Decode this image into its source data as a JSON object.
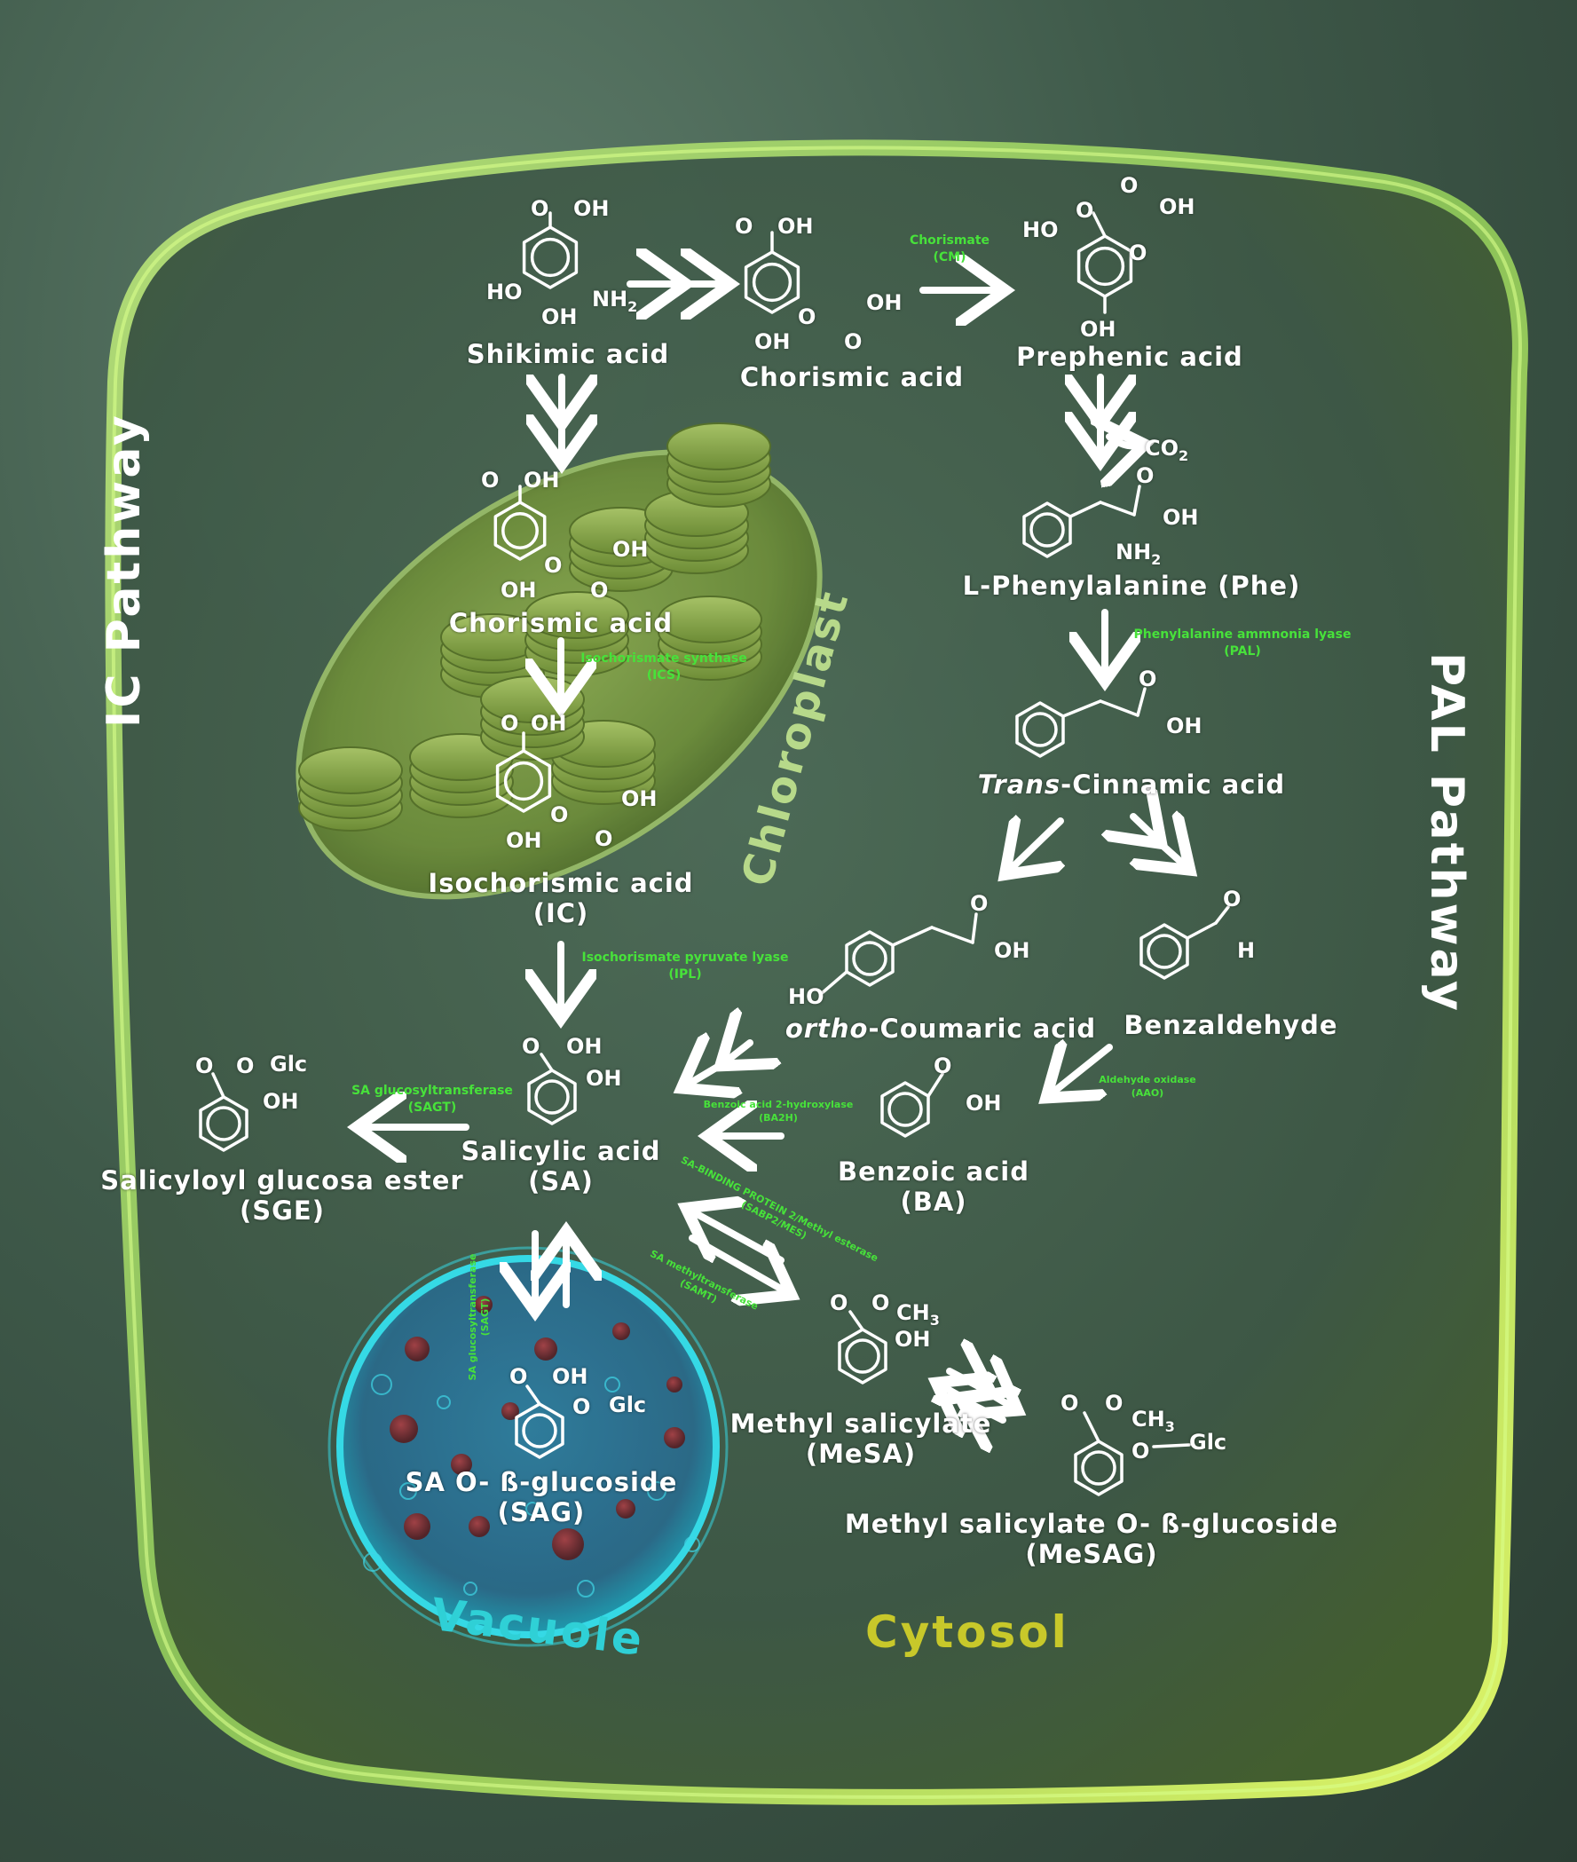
{
  "regions": {
    "ic_pathway": "IC Pathway",
    "pal_pathway": "PAL Pathway",
    "chloroplast": "Chloroplast",
    "vacuole": "Vacuole",
    "cytosol": "Cytosol"
  },
  "colors": {
    "enzyme_text": "#47e23a",
    "chloroplast_label": "#b7d98a",
    "vacuole_label": "#2fd0d6",
    "cytosol_label": "#c8c82a",
    "compound_text": "#ffffff"
  },
  "compounds": {
    "shikimic": "Shikimic acid",
    "chorismic_top": "Chorismic acid",
    "prephenic": "Prephenic acid",
    "chorismic_chloro": "Chorismic acid",
    "phe": "L-Phenylalanine (Phe)",
    "cinnamic_italic": "Trans",
    "cinnamic_rest": "-Cinnamic acid",
    "isochorismic": "Isochorismic acid",
    "isochorismic_abbr": "(IC)",
    "coumaric_italic": "ortho",
    "coumaric_rest": "-Coumaric acid",
    "benzaldehyde": "Benzaldehyde",
    "salicylic": "Salicylic acid",
    "salicylic_abbr": "(SA)",
    "sge": "Salicyloyl glucosa ester",
    "sge_abbr": "(SGE)",
    "benzoic": "Benzoic acid",
    "benzoic_abbr": "(BA)",
    "mesa": "Methyl salicylate",
    "mesa_abbr": "(MeSA)",
    "sag": "SA O- ß-glucoside",
    "sag_abbr": "(SAG)",
    "mesag": "Methyl salicylate O- ß-glucoside",
    "mesag_abbr": "(MeSAG)",
    "co2": "CO",
    "co2_sub": "2"
  },
  "enzymes": {
    "cm_1": "Chorismate",
    "cm_2": "(CM)",
    "pal_1": "Phenylalanine ammnonia lyase",
    "pal_2": "(PAL)",
    "ics_1": "Isochorismate synthase",
    "ics_2": "(ICS)",
    "ipl_1": "Isochorismate pyruvate lyase",
    "ipl_2": "(IPL)",
    "sagt_1": "SA glucosyltransferase",
    "sagt_2": "(SAGT)",
    "ba2h_1": "Benzoic acid 2-hydroxylase",
    "ba2h_2": "(BA2H)",
    "aao_1": "Aldehyde oxidase",
    "aao_2": "(AAO)",
    "sabp2_1": "SA-BINDING PROTEIN 2/Methyl esterase",
    "sabp2_2": "(SABP2/MES)",
    "samt_1": "SA methyltransferase",
    "samt_2": "(SAMT)",
    "sagt_vert_1": "SA glucosyltransferase",
    "sagt_vert_2": "(SAGT)"
  },
  "atoms": {
    "oh": "OH",
    "ho": "HO",
    "o": "O",
    "h": "H",
    "nh": "NH",
    "sub2": "2",
    "glc": "Glc",
    "ch": "CH",
    "sub3": "3"
  }
}
